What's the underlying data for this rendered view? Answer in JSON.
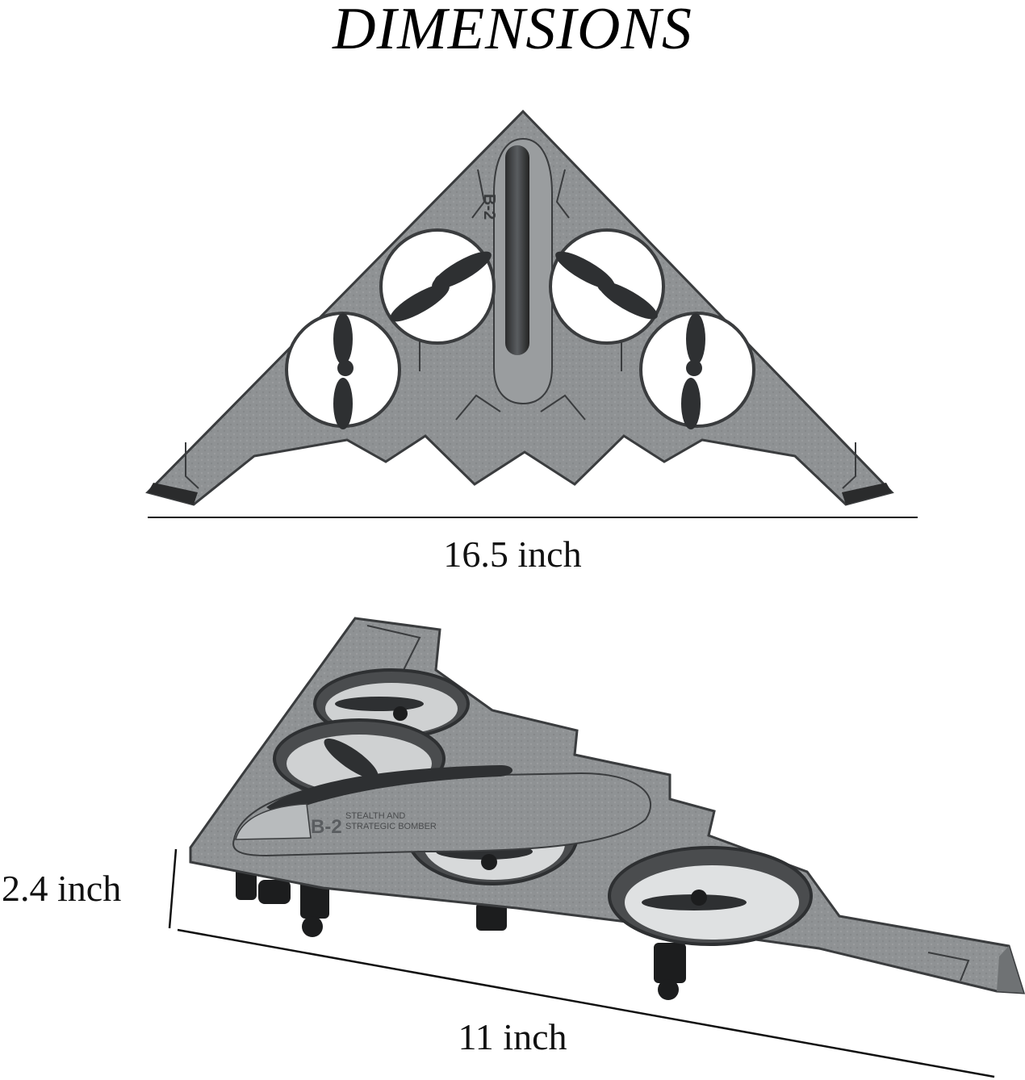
{
  "heading": "DIMENSIONS",
  "dimensions": {
    "width": "16.5 inch",
    "height": "2.4 inch",
    "depth": "11 inch"
  },
  "aircraft": {
    "model_mark": "B-2",
    "side_marking": "STEALTH AND\nSTRATEGIC BOMBER",
    "colors": {
      "body": "#8f9294",
      "body_light": "#a9acae",
      "outline": "#3a3c3e",
      "duct_inner": "#ffffff",
      "prop": "#2e3032",
      "dark": "#1c1d1e"
    }
  }
}
